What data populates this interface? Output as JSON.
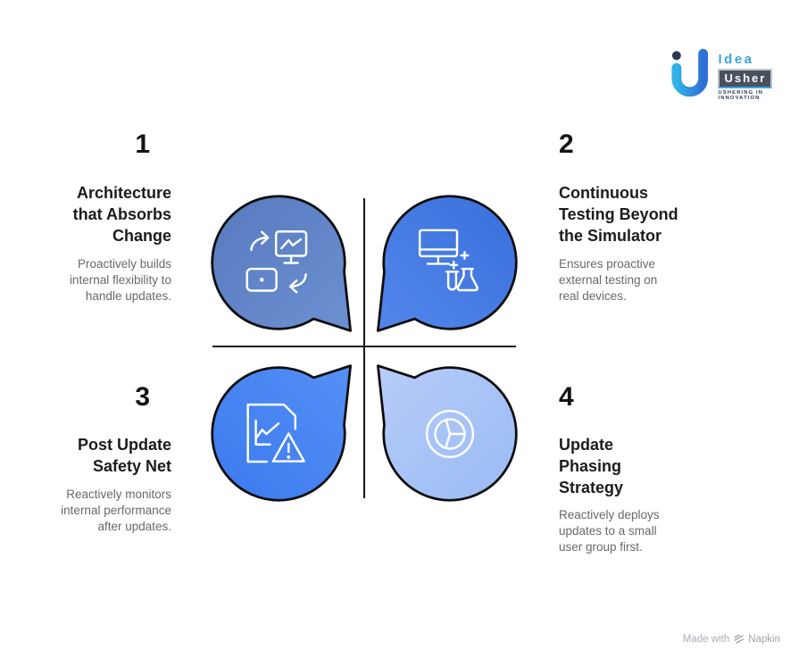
{
  "page": {
    "background": "#ffffff"
  },
  "logo": {
    "brand_top": "Idea",
    "brand_bottom": "Usher",
    "tagline": "USHERING IN INNOVATION",
    "colors": {
      "cyan": "#31b3e7",
      "blue": "#2e6fd6",
      "dark_dot": "#2b3950",
      "idea_text": "#3fa3dc",
      "usher_bg": "#49505e"
    }
  },
  "quadrants": [
    {
      "number": "1",
      "title_lines": [
        "Architecture",
        "that Absorbs",
        "Change"
      ],
      "desc_lines": [
        "Proactively builds",
        "internal flexibility to",
        "handle updates."
      ],
      "icon": "device-sync-icon",
      "tail": "bottom-right",
      "bubble_color_start": "#567abd",
      "bubble_color_end": "#6c90d2"
    },
    {
      "number": "2",
      "title_lines": [
        "Continuous",
        "Testing Beyond",
        "the Simulator"
      ],
      "desc_lines": [
        "Ensures proactive",
        "external testing on",
        "real devices."
      ],
      "icon": "device-testing-icon",
      "tail": "bottom-left",
      "bubble_color_start": "#3a70dd",
      "bubble_color_end": "#5286ea"
    },
    {
      "number": "3",
      "title_lines": [
        "Post Update",
        "Safety Net"
      ],
      "desc_lines": [
        "Reactively monitors",
        "internal performance",
        "after updates."
      ],
      "icon": "report-warning-icon",
      "tail": "top-right",
      "bubble_color_start": "#3b79ee",
      "bubble_color_end": "#5590f6"
    },
    {
      "number": "4",
      "title_lines": [
        "Update",
        "Phasing",
        "Strategy"
      ],
      "desc_lines": [
        "Reactively deploys",
        "updates to a small",
        "user group first."
      ],
      "icon": "pie-chart-icon",
      "tail": "top-left",
      "bubble_color_start": "#99bbf4",
      "bubble_color_end": "#b7ccf9"
    }
  ],
  "cross": {
    "line_color": "#161616"
  },
  "footer": {
    "made_with": "Made with",
    "brand": "Napkin"
  }
}
